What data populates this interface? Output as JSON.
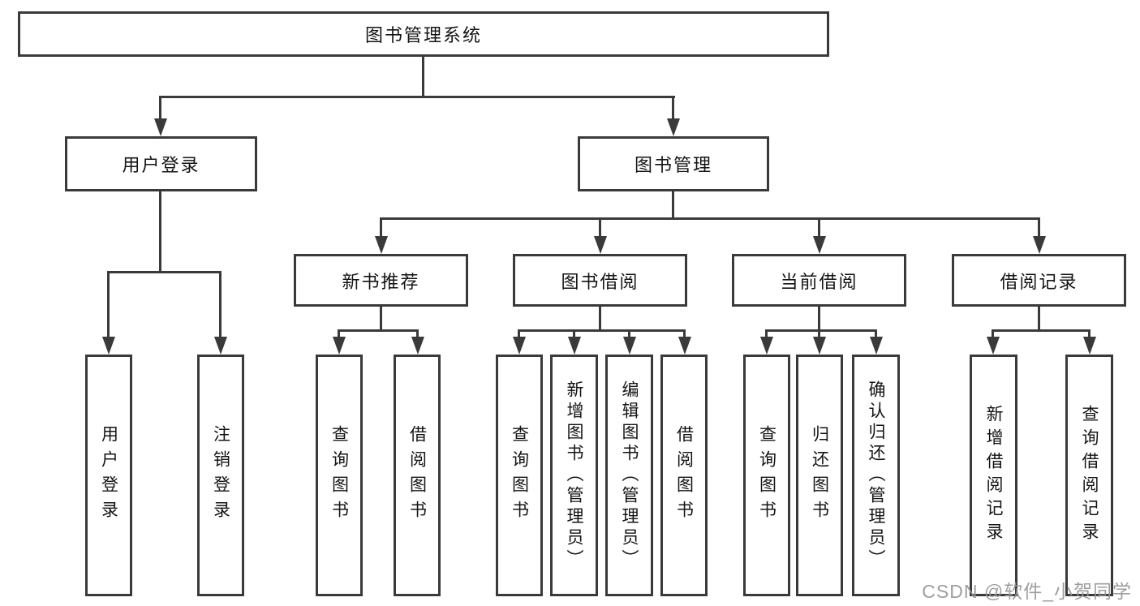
{
  "tree": {
    "root": {
      "label": "图书管理系统"
    },
    "branches": [
      {
        "label": "用户登录",
        "children": [
          {
            "label": "用户登录"
          },
          {
            "label": "注销登录"
          }
        ]
      },
      {
        "label": "图书管理",
        "children": [
          {
            "label": "新书推荐",
            "children": [
              {
                "label": "查询图书"
              },
              {
                "label": "借阅图书"
              }
            ]
          },
          {
            "label": "图书借阅",
            "children": [
              {
                "label": "查询图书"
              },
              {
                "label": "新增图书（管理员）"
              },
              {
                "label": "编辑图书（管理员）"
              },
              {
                "label": "借阅图书"
              }
            ]
          },
          {
            "label": "当前借阅",
            "children": [
              {
                "label": "查询图书"
              },
              {
                "label": "归还图书"
              },
              {
                "label": "确认归还（管理员）"
              }
            ]
          },
          {
            "label": "借阅记录",
            "children": [
              {
                "label": "新增借阅记录"
              },
              {
                "label": "查询借阅记录"
              }
            ]
          }
        ]
      }
    ]
  },
  "watermark": "CSDN @软件_小贺同学",
  "colors": {
    "line": "#3a3a3a",
    "box_border": "#3a3a3a",
    "text": "#141414",
    "watermark": "#969696",
    "background": "#ffffff"
  }
}
